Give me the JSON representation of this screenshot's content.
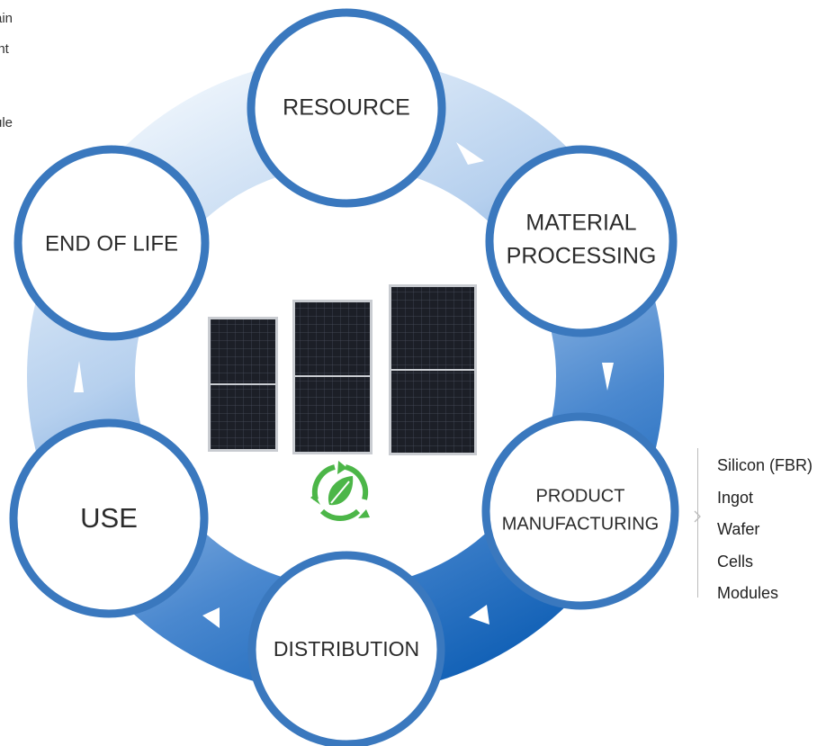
{
  "left_fragments": [
    "ain",
    "int",
    "ule"
  ],
  "stages": [
    {
      "id": "resource",
      "lines": [
        "RESOURCE"
      ]
    },
    {
      "id": "material-processing",
      "lines": [
        "MATERIAL",
        "PROCESSING"
      ]
    },
    {
      "id": "product-manufacturing",
      "lines": [
        "PRODUCT",
        "MANUFACTURING"
      ]
    },
    {
      "id": "distribution",
      "lines": [
        "DISTRIBUTION"
      ]
    },
    {
      "id": "use",
      "lines": [
        "USE"
      ]
    },
    {
      "id": "end-of-life",
      "lines": [
        "END OF LIFE"
      ]
    }
  ],
  "manufacturing_steps": [
    "Silicon (FBR)",
    "Ingot",
    "Wafer",
    "Cells",
    "Modules"
  ],
  "icons": {
    "center_panels": "solar-panel-icon",
    "center_badge": "leaf-recycle-icon",
    "ring_arrows": "triangle-arrow-icon"
  },
  "colors": {
    "ring_light": "#e6f1fb",
    "ring_dark": "#0b5cb3",
    "circle_border": "#3a78be",
    "badge_green": "#4cb648",
    "panel_dark": "#1c1f27"
  }
}
